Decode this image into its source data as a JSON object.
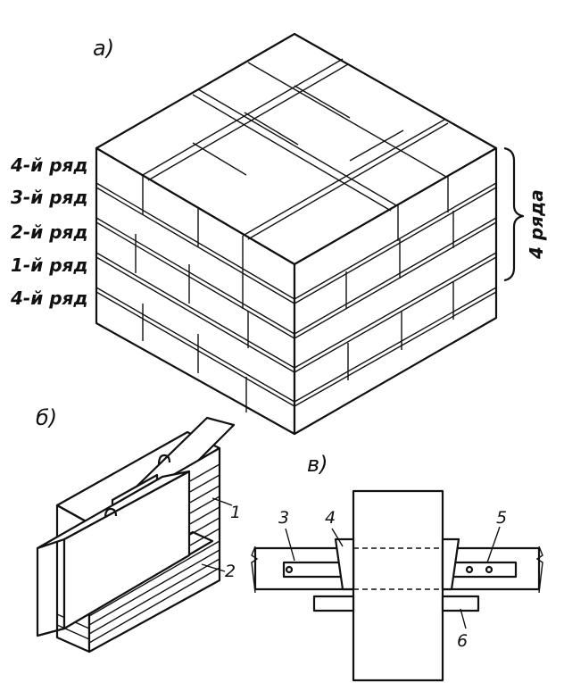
{
  "figure_a": {
    "label": "а)",
    "row_labels": [
      "4-й ряд",
      "3-й ряд",
      "2-й ряд",
      "1-й ряд",
      "4-й ряд"
    ],
    "bracket_label": "4 ряда"
  },
  "figure_b": {
    "label": "б)",
    "callouts": [
      "1",
      "2"
    ]
  },
  "figure_c": {
    "label": "в)",
    "callouts": [
      "3",
      "4",
      "5",
      "6"
    ]
  }
}
